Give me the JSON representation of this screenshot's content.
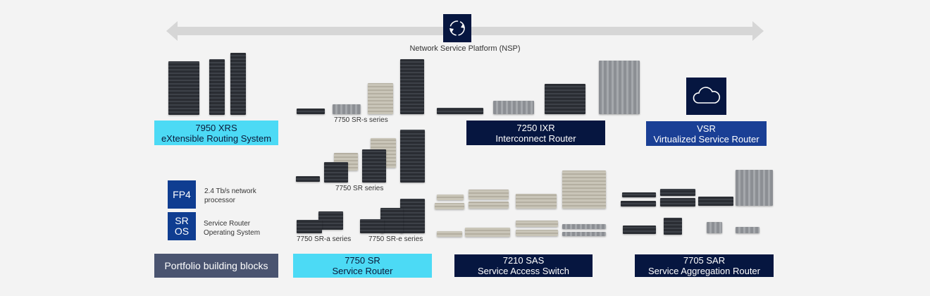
{
  "nsp": {
    "label": "Network Service Platform (NSP)",
    "icon": "sync-cycle-icon"
  },
  "products": {
    "xrs": {
      "name": "7950  XRS",
      "desc": "eXtensible Routing System"
    },
    "ixr": {
      "name": "7250 IXR",
      "desc": "Interconnect Router"
    },
    "vsr": {
      "name": "VSR",
      "desc": "Virtualized Service Router",
      "icon": "cloud-icon"
    },
    "sr": {
      "name": "7750  SR",
      "desc": "Service Router"
    },
    "sas": {
      "name": "7210  SAS",
      "desc": "Service Access Switch"
    },
    "sar": {
      "name": "7705  SAR",
      "desc": "Service Aggregation Router"
    }
  },
  "captions": {
    "srs": "7750 SR-s series",
    "sr": "7750 SR series",
    "sra": "7750 SR-a series",
    "sre": "7750 SR-e series"
  },
  "blocks": {
    "fp4": {
      "chip": "FP4",
      "desc1": "2.4 Tb/s network",
      "desc2": "processor"
    },
    "sros": {
      "chip1": "SR",
      "chip2": "OS",
      "desc1": "Service Router",
      "desc2": "Operating System"
    },
    "title": "Portfolio building blocks"
  },
  "colors": {
    "cyan": "#4cdaf5",
    "navy": "#061640",
    "vsr": "#1a3f95",
    "slate": "#4a5470",
    "chip": "#0f3d91"
  }
}
